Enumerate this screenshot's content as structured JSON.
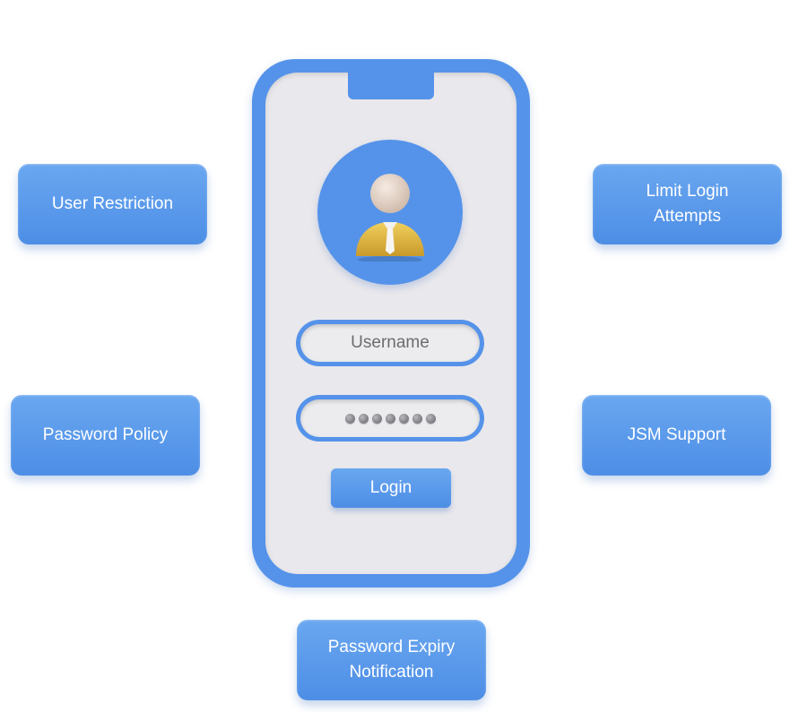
{
  "features": {
    "user_restriction": [
      "User Restriction"
    ],
    "limit_login_attempts": [
      "Limit Login",
      "Attempts"
    ],
    "password_policy": [
      "Password Policy"
    ],
    "jsm_support": [
      "JSM Support"
    ],
    "password_expiry_notification": [
      "Password Expiry",
      "Notification"
    ]
  },
  "login_form": {
    "username_placeholder": "Username",
    "password_dots": 7,
    "login_label": "Login"
  },
  "colors": {
    "accent_blue": "#5593ea",
    "screen_gray": "#e9e8ec",
    "avatar_body": "#e8c24a",
    "avatar_head": "#e8d8cc"
  },
  "icons": {
    "avatar": "user-avatar-icon"
  }
}
